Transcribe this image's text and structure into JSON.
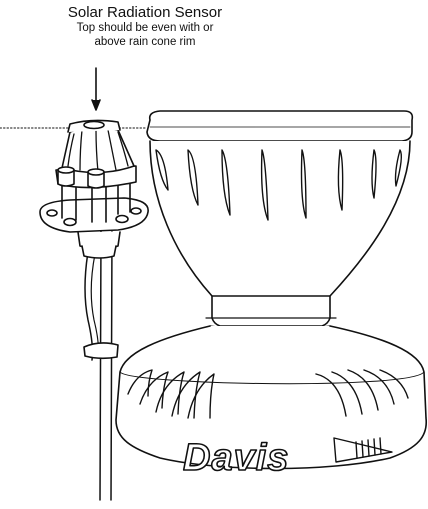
{
  "caption": {
    "title": "Solar Radiation Sensor",
    "note_line1": "Top should be even with or",
    "note_line2": "above rain cone rim"
  },
  "logo": {
    "brand": "Davis"
  },
  "colors": {
    "line": "#111111",
    "background": "#ffffff"
  }
}
